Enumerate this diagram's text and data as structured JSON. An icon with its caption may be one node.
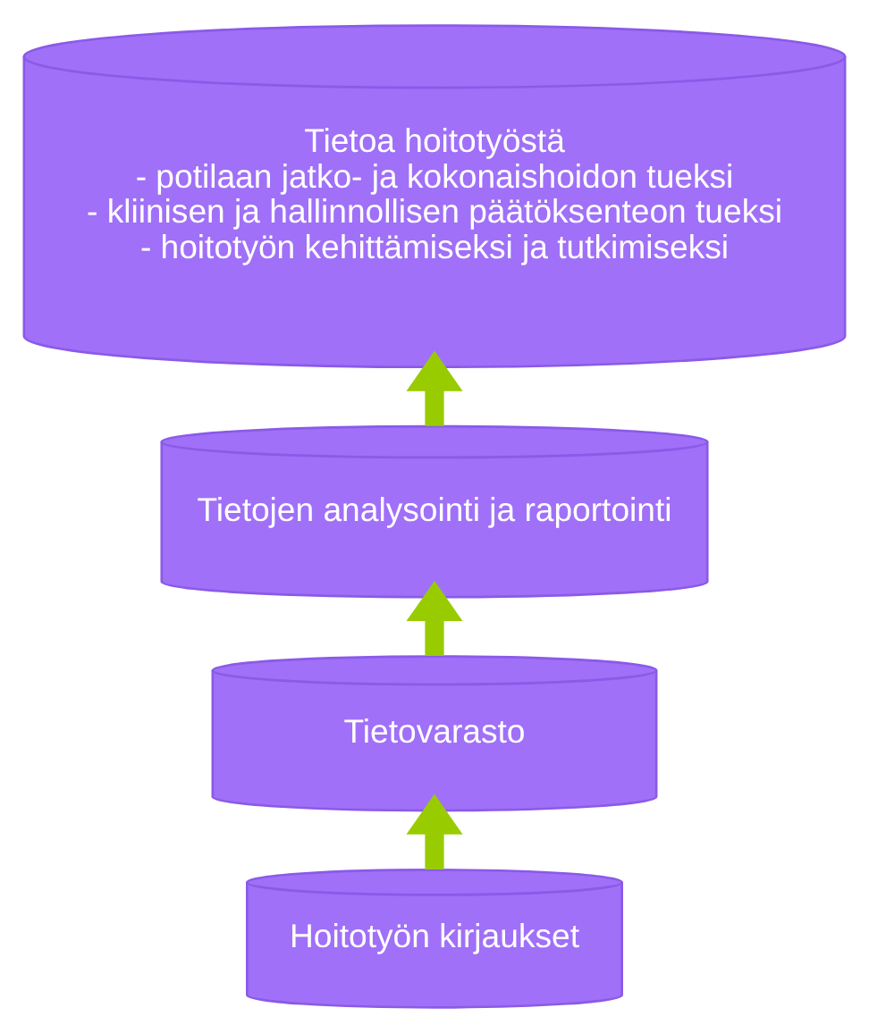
{
  "diagram": {
    "nodes": [
      {
        "text": [
          "Tietoa hoitotyöstä",
          "- potilaan jatko- ja kokonaishoidon tueksi",
          "- kliinisen ja hallinnollisen päätöksenteon tueksi",
          "- hoitotyön kehittämiseksi ja tutkimiseksi"
        ]
      },
      {
        "text": [
          "Tietojen analysointi ja raportointi"
        ]
      },
      {
        "text": [
          "Tietovarasto"
        ]
      },
      {
        "text": [
          "Hoitotyön kirjaukset"
        ]
      }
    ],
    "edges": [
      {
        "from": 3,
        "to": 2,
        "arrow": "to"
      },
      {
        "from": 2,
        "to": 1,
        "arrow": "to"
      },
      {
        "from": 1,
        "to": 0,
        "arrow": "to"
      }
    ]
  }
}
